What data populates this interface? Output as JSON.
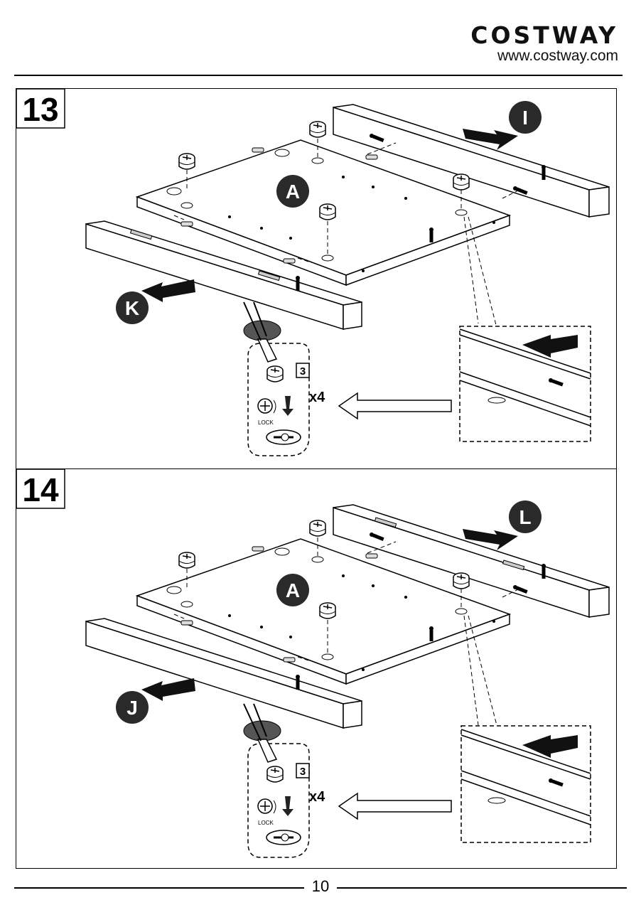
{
  "header": {
    "brand": "COSTWAY",
    "website": "www.costway.com"
  },
  "steps": [
    {
      "number": "13",
      "panel_label": "A",
      "rail_back": "I",
      "rail_front": "K",
      "part_number": "3",
      "quantity": "x4",
      "lock_label": "LOCK"
    },
    {
      "number": "14",
      "panel_label": "A",
      "rail_back": "L",
      "rail_front": "J",
      "part_number": "3",
      "quantity": "x4",
      "lock_label": "LOCK"
    }
  ],
  "footer": {
    "page_number": "10"
  },
  "colors": {
    "ink": "#000000",
    "badge_fill": "#2a2a2a",
    "paper": "#ffffff"
  }
}
